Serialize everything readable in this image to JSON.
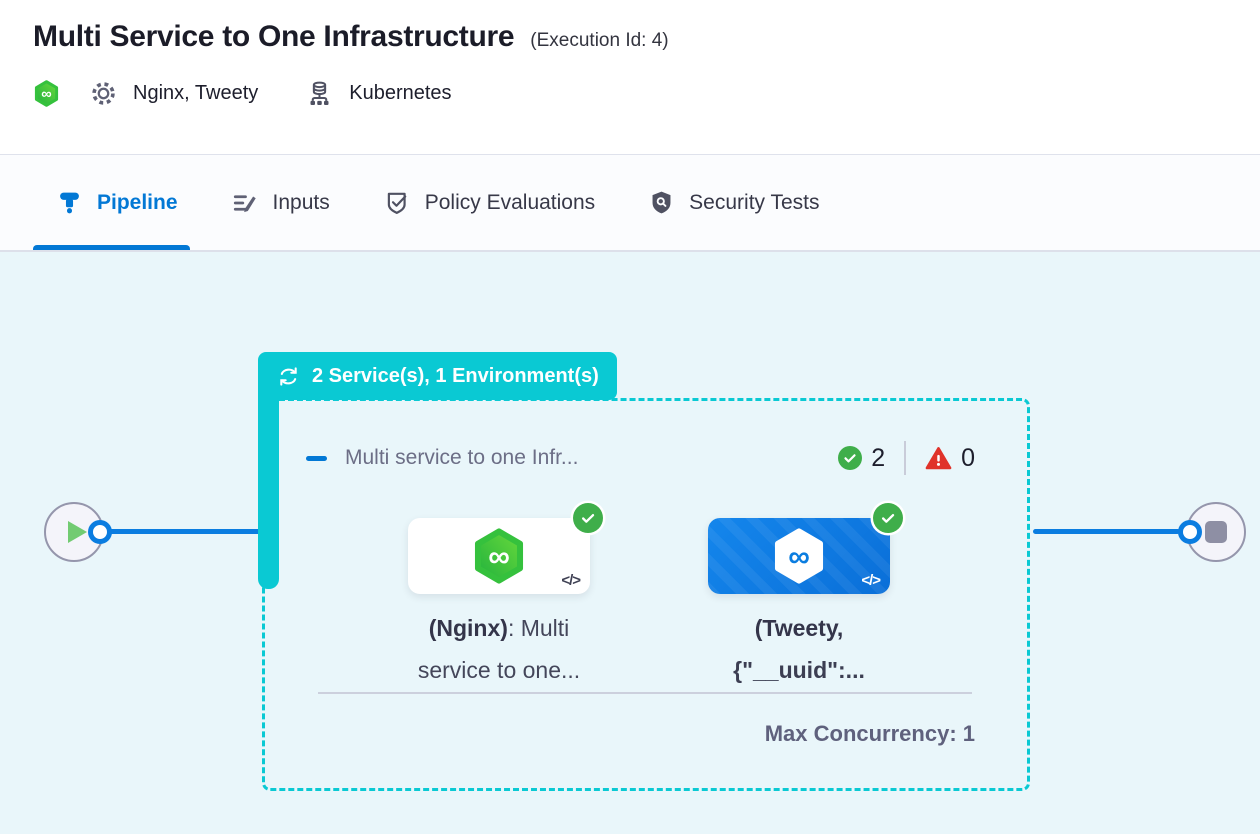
{
  "header": {
    "title": "Multi Service to One Infrastructure",
    "execution_id": "(Execution Id: 4)",
    "services": "Nginx, Tweety",
    "infrastructure": "Kubernetes"
  },
  "tabs": {
    "pipeline": "Pipeline",
    "inputs": "Inputs",
    "policy_evaluations": "Policy Evaluations",
    "security_tests": "Security Tests"
  },
  "pipeline_canvas": {
    "group_badge": "2 Service(s), 1 Environment(s)",
    "stage": {
      "title": "Multi service to one Infr...",
      "success_count": "2",
      "failure_count": "0",
      "max_concurrency": "Max Concurrency: 1",
      "nodes": [
        {
          "line1_bold": "(Nginx)",
          "line1_rest": ": Multi",
          "line2": "service to one...",
          "state": "success",
          "selected": false
        },
        {
          "line1_bold": "(Tweety,",
          "line1_rest": "",
          "line2": "{\"__uuid\":...",
          "state": "success",
          "selected": true
        }
      ]
    }
  },
  "icons": {
    "code_glyph": "</>",
    "infinity_glyph": "∞"
  },
  "colors": {
    "accent_blue": "#0278d5",
    "teal": "#0ac9d3",
    "success_green": "#3fae4a",
    "error_red": "#e0332a",
    "line_blue": "#0b7de0",
    "canvas_bg": "#e9f6fa"
  }
}
